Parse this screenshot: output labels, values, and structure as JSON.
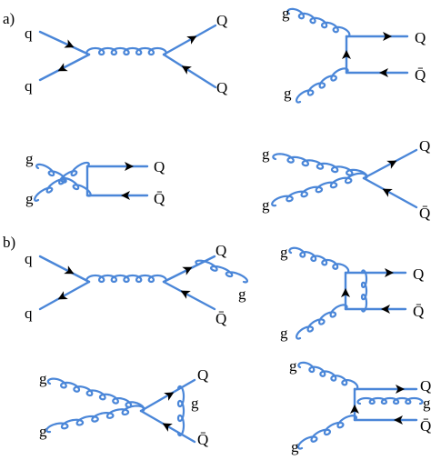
{
  "sections": {
    "a": "a)",
    "b": "b)"
  },
  "labels": {
    "q": "q",
    "g": "g",
    "Q": "Q",
    "Qbar": "Q̄"
  },
  "colors": {
    "line": "#4a86d8",
    "arrow": "#000000",
    "text": "#000000"
  }
}
